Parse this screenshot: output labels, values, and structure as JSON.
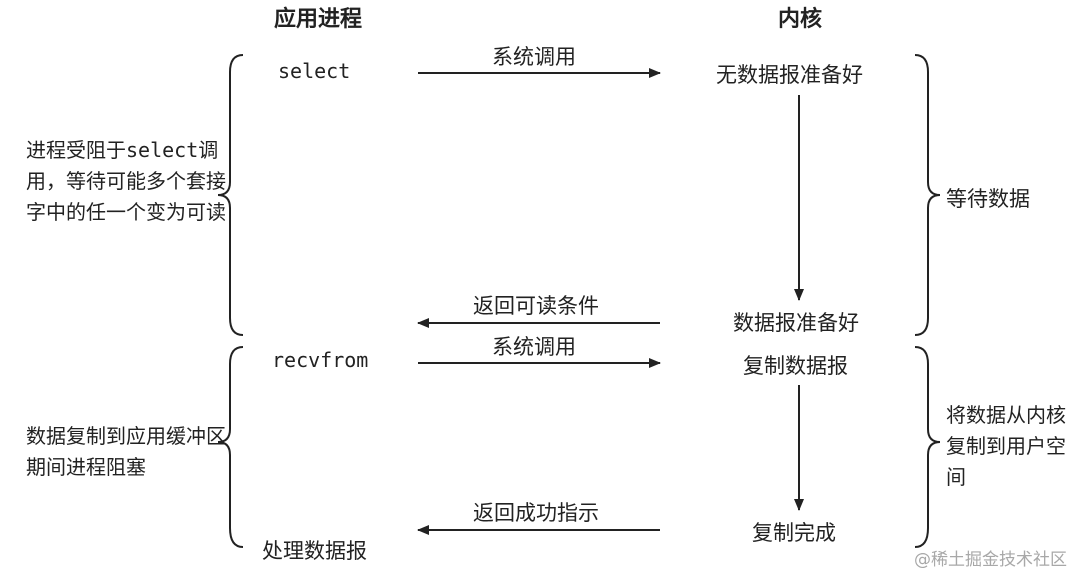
{
  "headers": {
    "app_process": "应用进程",
    "kernel": "内核"
  },
  "app_side": {
    "select_call": "select",
    "recvfrom_call": "recvfrom",
    "process_datagram": "处理数据报"
  },
  "messages": {
    "syscall_1": "系统调用",
    "return_readable": "返回可读条件",
    "syscall_2": "系统调用",
    "return_success": "返回成功指示"
  },
  "kernel_states": {
    "no_datagram_ready": "无数据报准备好",
    "datagram_ready": "数据报准备好",
    "copy_datagram": "复制数据报",
    "copy_complete": "复制完成"
  },
  "left_notes": {
    "blocked_on_select": {
      "line1_prefix": "进程受阻于",
      "line1_code": "select",
      "rest": "调用，等待可能多个套接字中的任一个变为可读"
    },
    "blocked_during_copy": "数据复制到应用缓冲区期间进程阻塞"
  },
  "right_notes": {
    "wait_for_data": "等待数据",
    "copy_to_user": "将数据从内核复制到用户空间"
  },
  "watermark": "@稀土掘金技术社区",
  "colors": {
    "ink": "#222222",
    "background": "#ffffff",
    "watermark": "#a8a8a8"
  }
}
